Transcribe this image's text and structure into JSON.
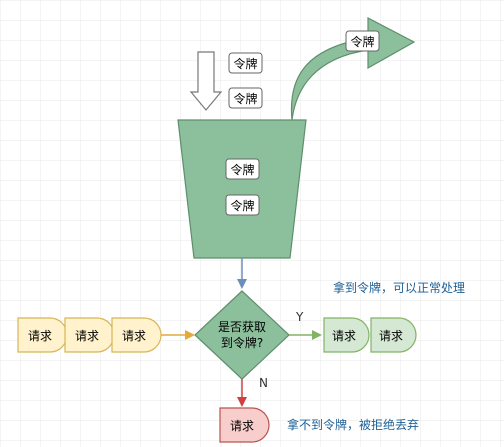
{
  "token_label": "令牌",
  "request_label": "请求",
  "decision": {
    "line1": "是否获取",
    "line2": "到令牌?"
  },
  "branch_yes": "Y",
  "branch_no": "N",
  "note_yes": "拿到令牌，可以正常处理",
  "note_no": "拿不到令牌，被拒绝丢弃",
  "colors": {
    "bucket_fill": "#8cbf9c",
    "bucket_stroke": "#5e8f6c",
    "request_fill": "#fff2cc",
    "request_stroke": "#d6b656",
    "accepted_fill": "#d5e8d4",
    "accepted_stroke": "#82b366",
    "rejected_fill": "#f8cecc",
    "rejected_stroke": "#b85450",
    "note_text": "#1d5f95",
    "down_arrow": "#6c8ebf",
    "red_arrow": "#d04040",
    "input_arrow": "#e3a93b",
    "grid": "#e8e8e8"
  }
}
